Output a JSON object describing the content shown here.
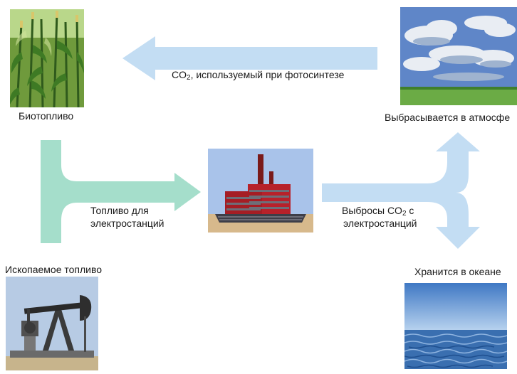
{
  "labels": {
    "biofuel": "Биотопливо",
    "fossil_fuel": "Ископаемое топливо",
    "atmosphere": "Выбрасывается в атмосфе",
    "ocean": "Хранится в океане",
    "photosynthesis": {
      "pre": "CO",
      "sub": "2",
      "post": ", используемый при фотосинтезе"
    },
    "plant_fuel_line1": "Топливо для",
    "plant_fuel_line2": "электростанций",
    "emissions_line1": {
      "pre": "Выбросы CO",
      "sub": "2",
      "post": " с"
    },
    "emissions_line2": "электростанций"
  },
  "colors": {
    "arrow_blue": "#c3ddf3",
    "arrow_green": "#a5decb"
  },
  "icons": {
    "biofuel": "corn-field-picture",
    "fossil": "oil-pump-picture",
    "power_plant": "power-plant-picture",
    "atmosphere": "sky-clouds-picture",
    "ocean": "ocean-water-picture"
  }
}
